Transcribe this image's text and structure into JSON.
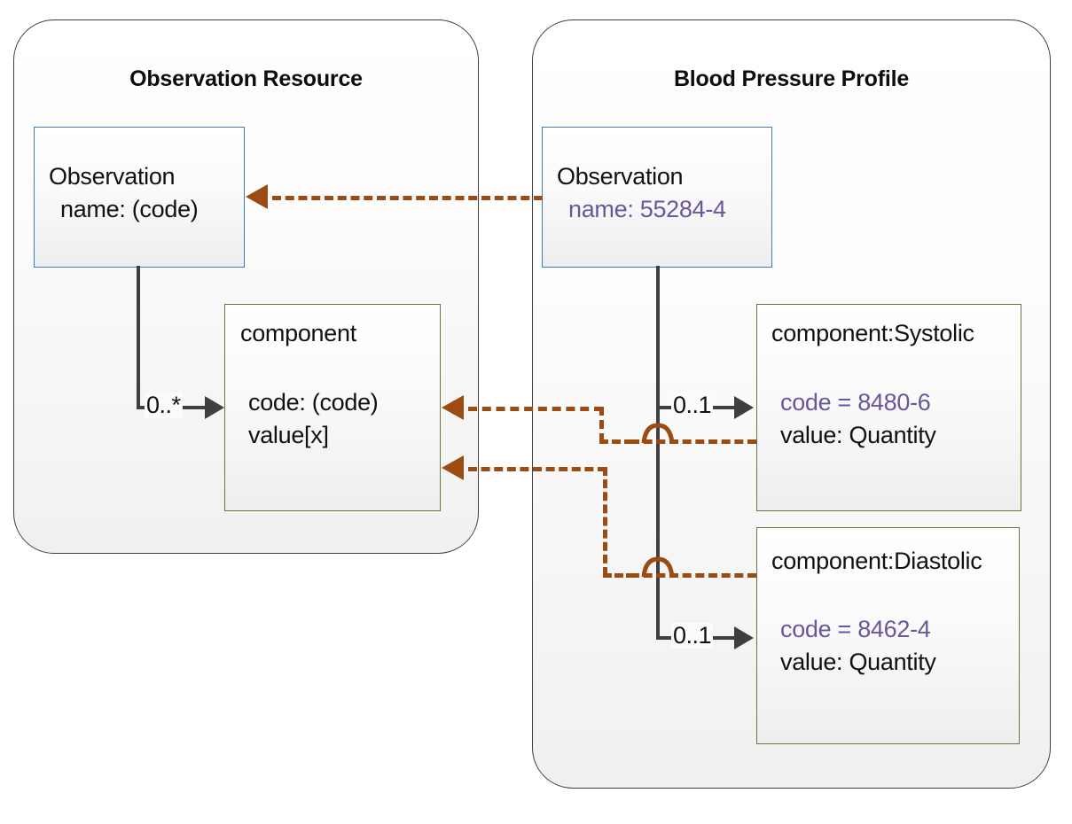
{
  "diagram": {
    "title_left": "Observation Resource",
    "title_right": "Blood Pressure Profile"
  },
  "colors": {
    "profile_link": "#9c4b12",
    "aggregation_link": "#3f3f3f",
    "resource_box_border": "#3a7cbf",
    "component_box_border": "#6b7340",
    "code_text": "#6a579b",
    "container_border": "#3f3f3f"
  },
  "left_group": {
    "title": "Observation Resource",
    "observation_box": {
      "name": "Observation",
      "attribute": "name: (code)"
    },
    "component_box": {
      "name": "component",
      "attributes": [
        "code: (code)",
        "value[x]"
      ]
    },
    "multiplicity": "0..*"
  },
  "right_group": {
    "title": "Blood Pressure Profile",
    "observation_box": {
      "name": "Observation",
      "attribute": "name: 55284-4"
    },
    "systolic_box": {
      "name": "component:Systolic",
      "attributes": [
        "code = 8480-6",
        "value: Quantity"
      ],
      "multiplicity": "0..1"
    },
    "diastolic_box": {
      "name": "component:Diastolic",
      "attributes": [
        "code = 8462-4",
        "value: Quantity"
      ],
      "multiplicity": "0..1"
    }
  }
}
